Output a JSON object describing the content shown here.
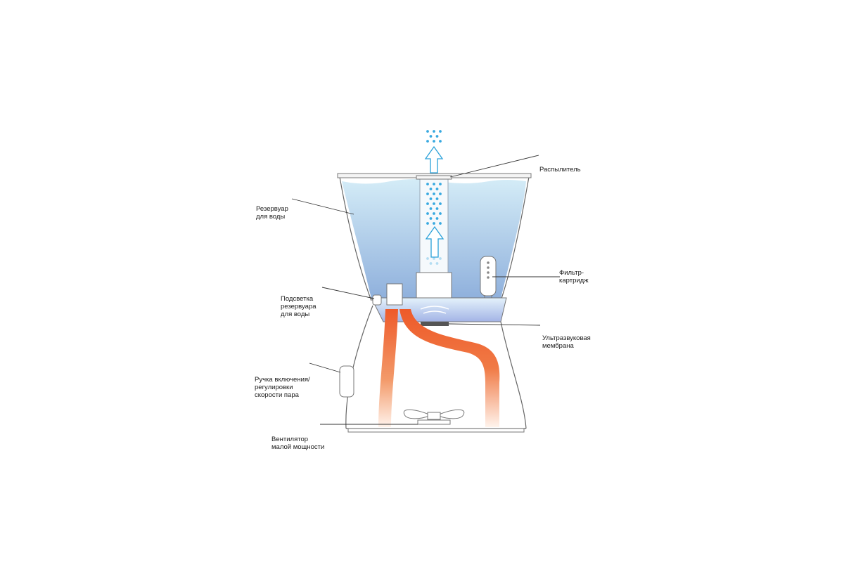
{
  "labels": {
    "sprayer": "Распылитель",
    "reservoir": [
      "Резервуар",
      "для воды"
    ],
    "filter": [
      "Фильтр-",
      "картридж"
    ],
    "backlight": [
      "Подсветка",
      "резервуара",
      "для воды"
    ],
    "membrane": [
      "Ультразвуковая",
      "мембрана"
    ],
    "knob": [
      "Ручка включения/",
      "регулировки",
      "скорости пара"
    ],
    "fan": [
      "Вентилятор",
      "малой мощности"
    ]
  },
  "colors": {
    "water_top": "#d4ecf7",
    "water_bottom": "#8fb0dc",
    "mist_dots": "#38a9e0",
    "airflow": "#ee5a2a",
    "outline": "#555555"
  }
}
